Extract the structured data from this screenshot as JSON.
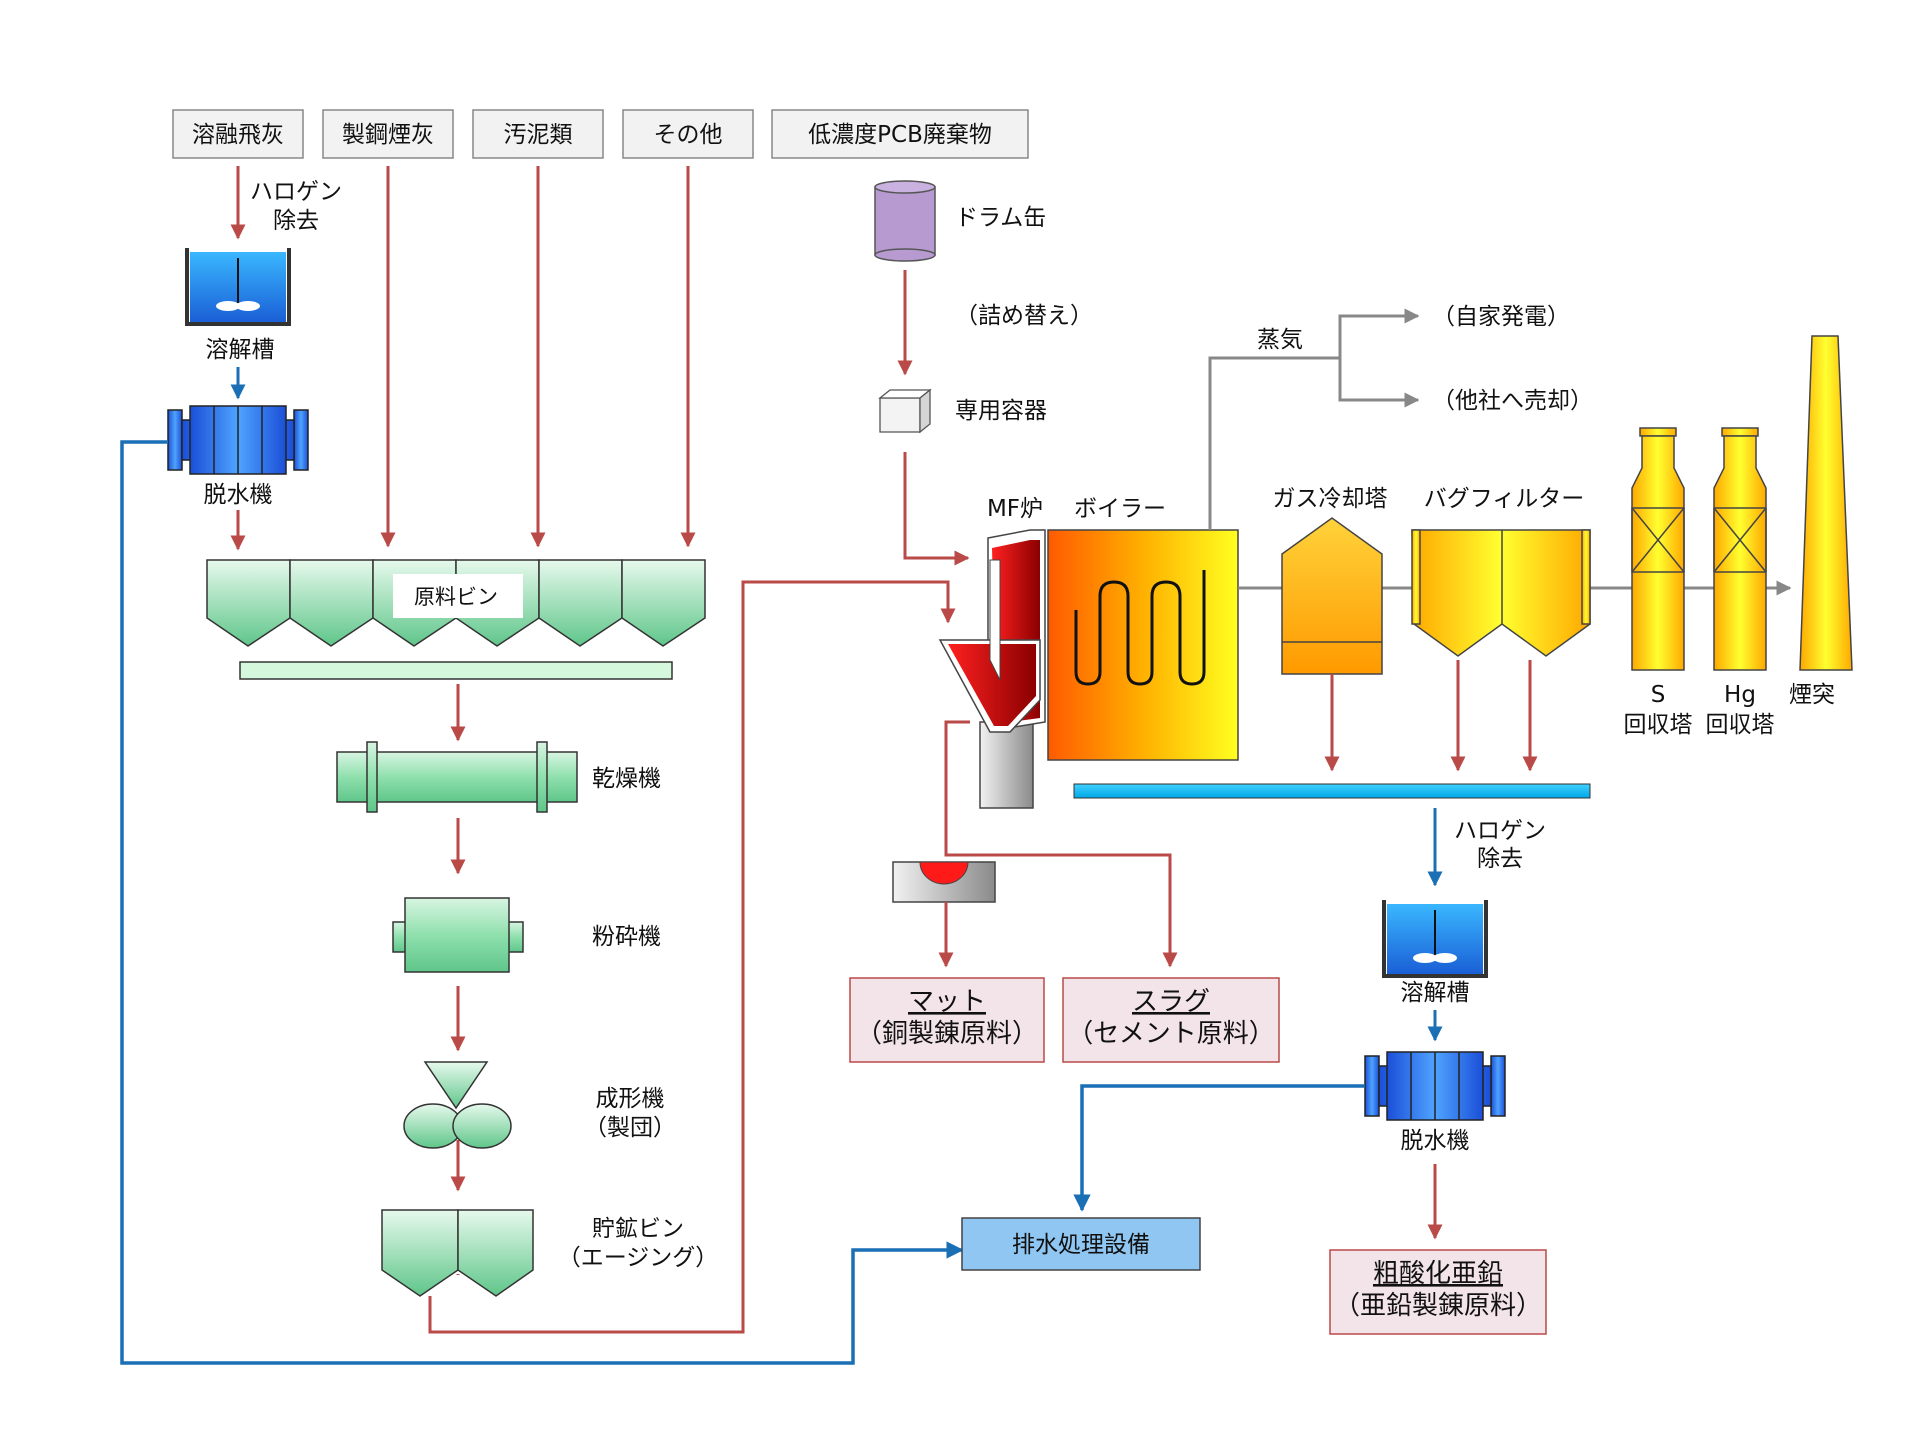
{
  "sources": {
    "melt_fly_ash": "溶融飛灰",
    "steel_dust": "製鋼煙灰",
    "sludge": "汚泥類",
    "other": "その他",
    "pcb_waste": "低濃度PCB廃棄物"
  },
  "left_line": {
    "halogen_removal_1": "ハロゲン",
    "halogen_removal_2": "除去",
    "dissolution_tank": "溶解槽",
    "dewatering_machine": "脱水機",
    "raw_material_bin": "原料ビン",
    "dryer": "乾燥機",
    "crusher": "粉砕機",
    "former_1": "成形機",
    "former_2": "（製団）",
    "storage_bin_1": "貯鉱ビン",
    "storage_bin_2": "（エージング）"
  },
  "pcb_line": {
    "drum": "ドラム缶",
    "repack": "（詰め替え）",
    "container": "専用容器"
  },
  "furnace_line": {
    "mf_furnace": "MF炉",
    "boiler": "ボイラー",
    "gas_cooler": "ガス冷却塔",
    "bag_filter": "バグフィルター",
    "s_recovery_1": "S",
    "s_recovery_2": "回収塔",
    "hg_recovery_1": "Hg",
    "hg_recovery_2": "回収塔",
    "stack": "煙突",
    "steam": "蒸気",
    "own_power": "（自家発電）",
    "sell_power": "（他社へ売却）"
  },
  "products": {
    "matte_1": "マット",
    "matte_2": "（銅製錬原料）",
    "slag_1": "スラグ",
    "slag_2": "（セメント原料）",
    "zinc_oxide_1": "粗酸化亜鉛",
    "zinc_oxide_2": "（亜鉛製錬原料）"
  },
  "right_line": {
    "halogen_removal_1": "ハロゲン",
    "halogen_removal_2": "除去",
    "dissolution_tank": "溶解槽",
    "dewatering_machine": "脱水機"
  },
  "wastewater": "排水処理設備",
  "colors": {
    "material_flow": "#b94a48",
    "water_flow": "#1a6fb5",
    "gas_flow": "#888888",
    "equipment_green": "#7fd3a0",
    "product_box": "#f3e4ea",
    "wastewater_box": "#8fc6f2",
    "drum_purple": "#b69ad0"
  }
}
